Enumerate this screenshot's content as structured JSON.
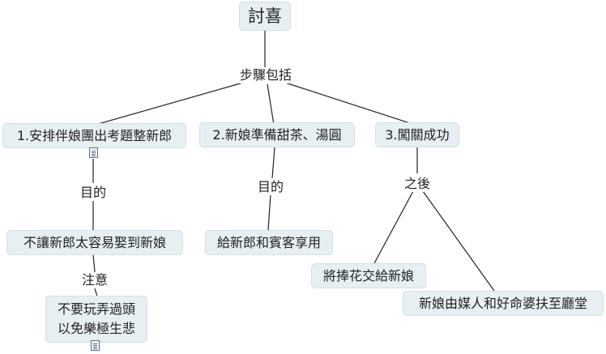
{
  "root": {
    "text": "討喜"
  },
  "connector_steps": "步驟包括",
  "steps": [
    {
      "text": "1.安排伴娘團出考題整新郎"
    },
    {
      "text": "2.新娘準備甜茶、湯圓"
    },
    {
      "text": "3.闖關成功"
    }
  ],
  "branch1": {
    "purpose_label": "目的",
    "purpose_text": "不讓新郎太容易娶到新娘",
    "caution_label": "注意",
    "caution_lines": [
      "不要玩弄過頭",
      "以免樂極生悲"
    ]
  },
  "branch2": {
    "purpose_label": "目的",
    "purpose_text": "給新郎和賓客享用"
  },
  "branch3": {
    "after_label": "之後",
    "after_items": [
      "將捧花交給新娘",
      "新娘由媒人和好命婆扶至廳堂"
    ]
  },
  "icons": [
    "note-icon",
    "note-icon"
  ],
  "colors": {
    "node_bg": "#e6eff2",
    "line": "#222222"
  }
}
